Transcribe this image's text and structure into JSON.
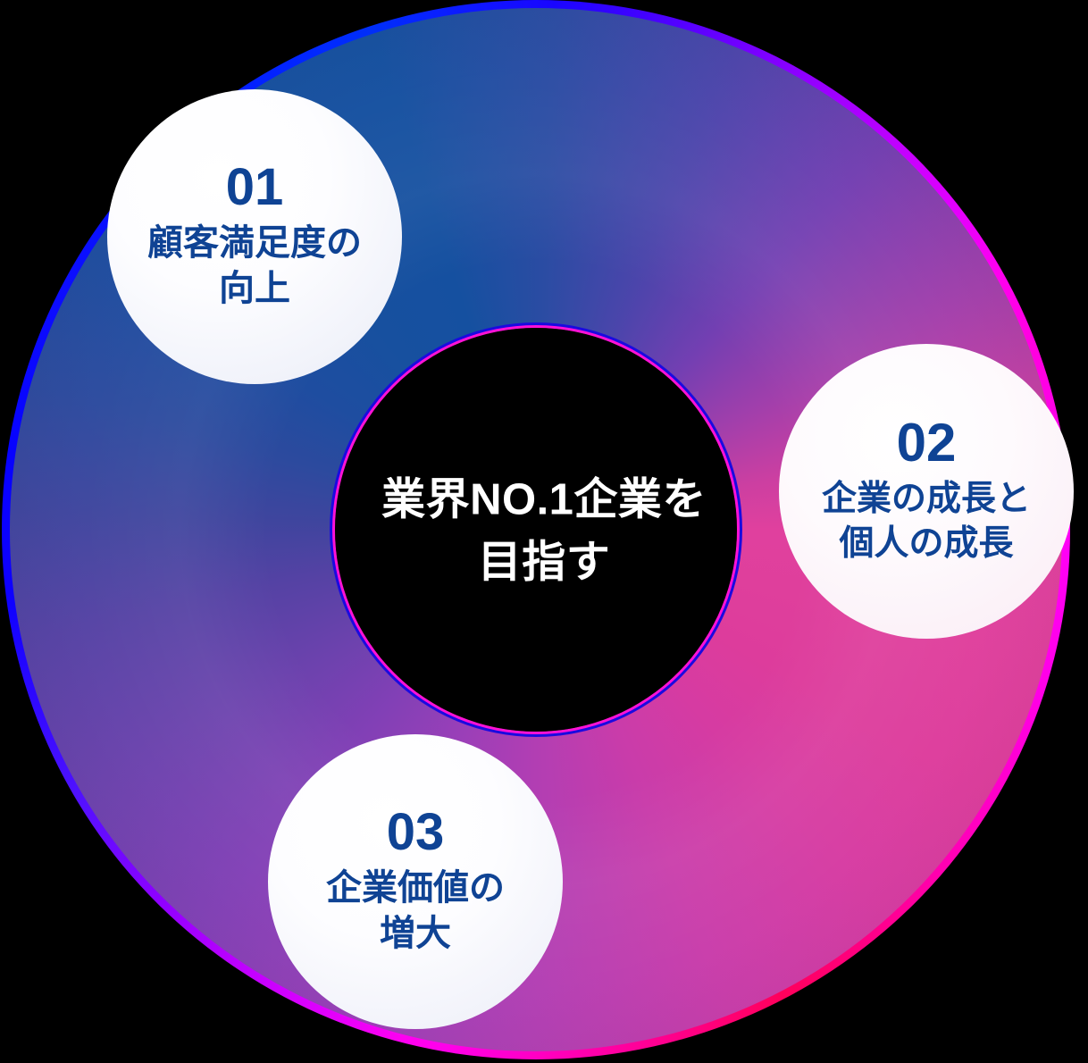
{
  "diagram": {
    "type": "donut-cycle",
    "background_color": "#000000",
    "center": {
      "lines": [
        "業界NO.1企業を",
        "目指す"
      ],
      "text_color": "#ffffff"
    },
    "ring": {
      "colors": {
        "blue": "#1450a0",
        "purple": "#7b3fb2",
        "pink": "#e0409e",
        "rim_blue": "#0b12e8",
        "rim_magenta": "#ff00d4"
      }
    },
    "nodes": [
      {
        "number": "01",
        "lines": [
          "顧客満足度の",
          "向上"
        ],
        "number_color": "#0f4394",
        "label_color": "#0f4394",
        "fill": "#ffffff"
      },
      {
        "number": "02",
        "lines": [
          "企業の成長と",
          "個人の成長"
        ],
        "number_color": "#0f4394",
        "label_color": "#0f4394",
        "fill": "#fdf4f9"
      },
      {
        "number": "03",
        "lines": [
          "企業価値の",
          "増大"
        ],
        "number_color": "#0f4394",
        "label_color": "#0f4394",
        "fill": "#ffffff"
      }
    ]
  }
}
